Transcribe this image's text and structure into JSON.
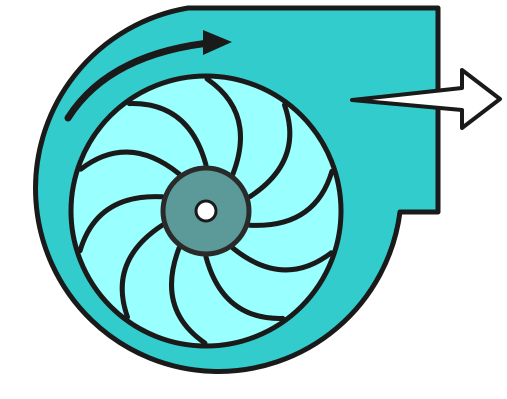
{
  "diagram": {
    "subject": "centrifugal-fan",
    "blade_count": 10,
    "flow": {
      "rotation": "clockwise",
      "outlet_direction": "right"
    },
    "colors": {
      "housing_fill": "#33cccc",
      "outline": "#1a1a1a",
      "impeller_fill": "#99ffff",
      "hub_fill": "#5c9a9a",
      "hub_outline": "#2a2a2a",
      "bore_fill": "#ffffff",
      "arrow_fill": "#ffffff",
      "background": "#ffffff"
    }
  }
}
